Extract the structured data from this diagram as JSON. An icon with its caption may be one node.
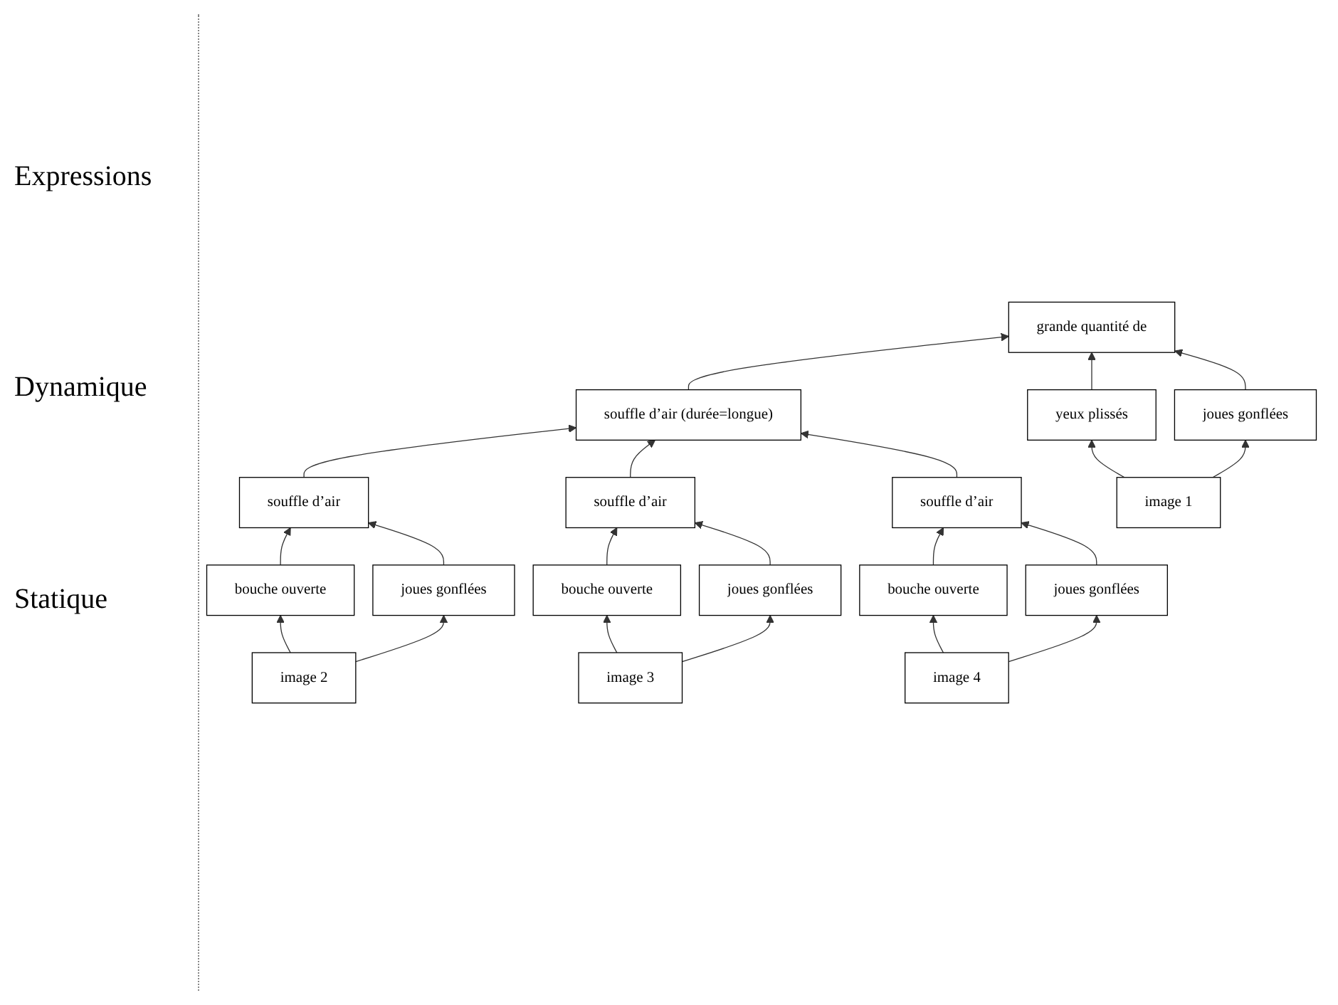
{
  "diagram": {
    "nodes": [
      {
        "text": [
          "grande quantité de"
        ]
      },
      {
        "text": [
          "souffle d’air (durée=longue)"
        ]
      },
      {
        "text": [
          "yeux plissés"
        ]
      },
      {
        "text": [
          "joues gonflées"
        ]
      },
      {
        "text": [
          "souffle d’air"
        ]
      },
      {
        "text": [
          "bouche ouverte"
        ]
      },
      {
        "text": [
          "joues gonflées"
        ]
      },
      {
        "text": [
          "souffle d’air"
        ]
      },
      {
        "text": [
          "bouche ouverte"
        ]
      },
      {
        "text": [
          "joues gonflées"
        ]
      },
      {
        "text": [
          "souffle d’air"
        ]
      },
      {
        "text": [
          "bouche ouverte"
        ]
      },
      {
        "text": [
          "joues gonflées"
        ]
      },
      {
        "text": [
          "image 1"
        ]
      },
      {
        "text": [
          "image 2"
        ]
      },
      {
        "text": [
          "image 3"
        ]
      },
      {
        "text": [
          "image 4"
        ]
      }
    ],
    "edges": [
      {
        "from": 1,
        "to": 0,
        "arrow": "to"
      },
      {
        "from": 2,
        "to": 0,
        "arrow": "to"
      },
      {
        "from": 3,
        "to": 0,
        "arrow": "to"
      },
      {
        "from": 4,
        "to": 1,
        "arrow": "to"
      },
      {
        "from": 7,
        "to": 1,
        "arrow": "to"
      },
      {
        "from": 10,
        "to": 1,
        "arrow": "to"
      },
      {
        "from": 13,
        "to": 3,
        "arrow": "to"
      },
      {
        "from": 13,
        "to": 2,
        "arrow": "to"
      },
      {
        "from": 5,
        "to": 4,
        "arrow": "to"
      },
      {
        "from": 6,
        "to": 4,
        "arrow": "to"
      },
      {
        "from": 14,
        "to": 6,
        "arrow": "to"
      },
      {
        "from": 14,
        "to": 5,
        "arrow": "to"
      },
      {
        "from": 8,
        "to": 7,
        "arrow": "to"
      },
      {
        "from": 9,
        "to": 7,
        "arrow": "to"
      },
      {
        "from": 15,
        "to": 9,
        "arrow": "to"
      },
      {
        "from": 15,
        "to": 8,
        "arrow": "to"
      },
      {
        "from": 11,
        "to": 10,
        "arrow": "to"
      },
      {
        "from": 12,
        "to": 10,
        "arrow": "to"
      },
      {
        "from": 16,
        "to": 12,
        "arrow": "to"
      },
      {
        "from": 16,
        "to": 11,
        "arrow": "to"
      }
    ],
    "labels": [
      "Expressions",
      "Dynamique",
      "Statique"
    ]
  }
}
